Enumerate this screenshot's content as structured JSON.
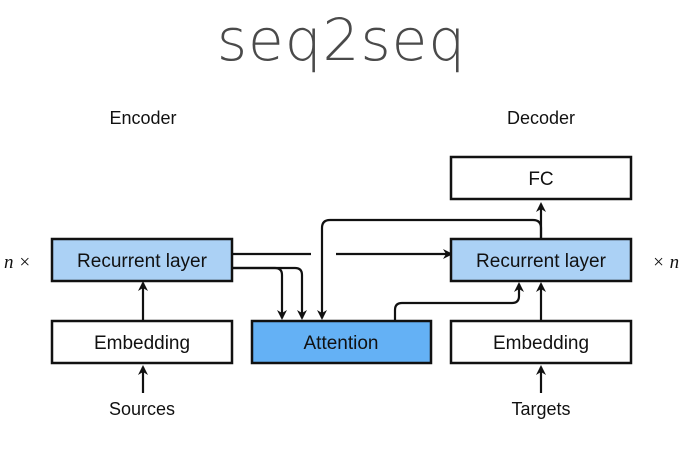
{
  "title": "seq2seq",
  "colors": {
    "recurrent_fill": "#abd1f5",
    "attention_fill": "#64b1f5",
    "plain_fill": "#ffffff",
    "stroke": "#111111",
    "title_color": "#4a4a4a"
  },
  "encoder": {
    "heading": "Encoder",
    "repeat_label": "n ×",
    "recurrent_label": "Recurrent layer",
    "embedding_label": "Embedding",
    "input_label": "Sources"
  },
  "attention": {
    "label": "Attention"
  },
  "decoder": {
    "heading": "Decoder",
    "repeat_label": "× n",
    "fc_label": "FC",
    "recurrent_label": "Recurrent layer",
    "embedding_label": "Embedding",
    "input_label": "Targets"
  }
}
